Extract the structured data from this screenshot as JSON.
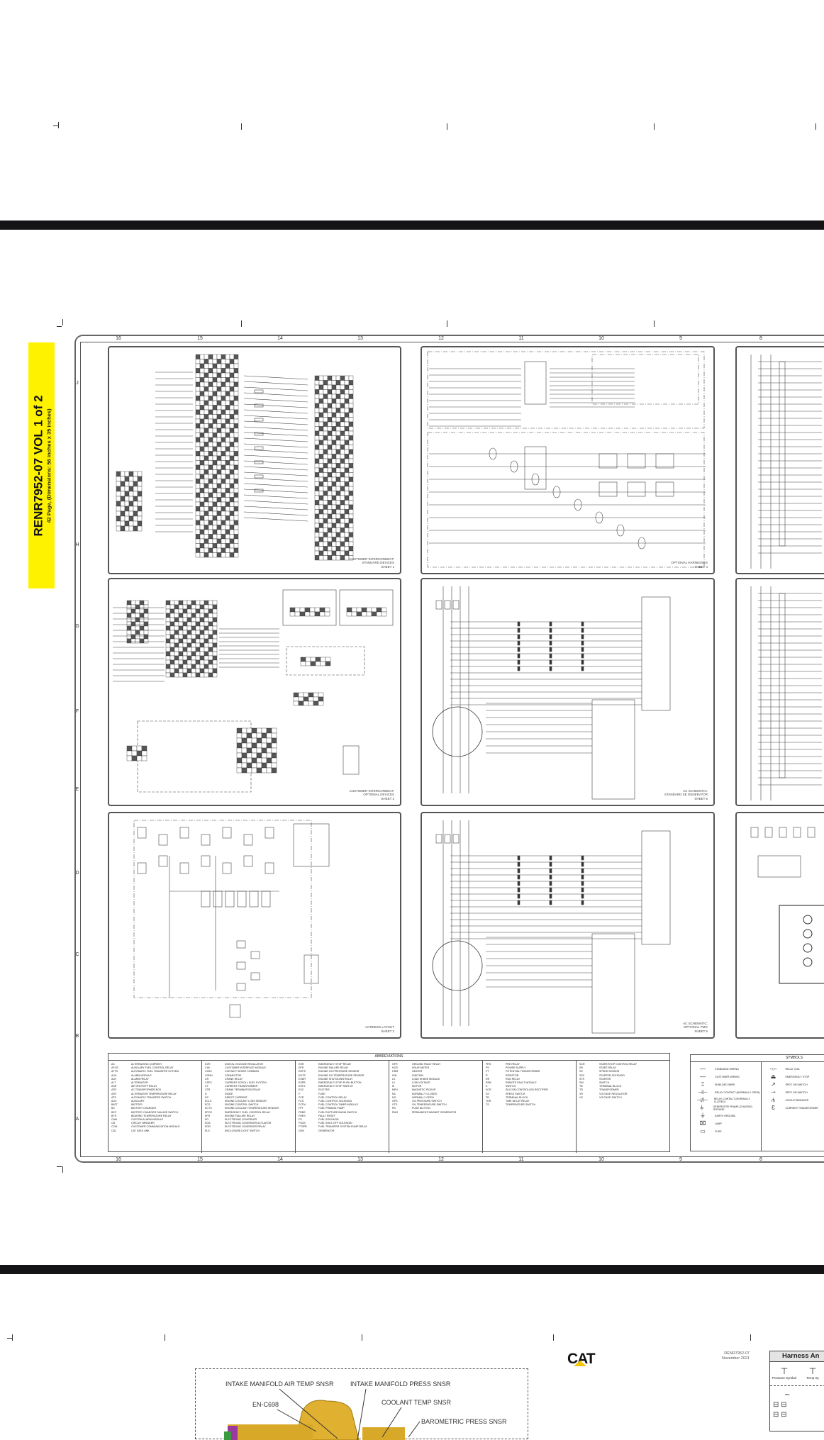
{
  "document": {
    "title": "RENR7952-07 VOL 1 of 2",
    "subtitle": "42 Page, (Dimensions: 56 inches x 35 inches)"
  },
  "sheet": {
    "column_numbers": [
      "16",
      "15",
      "14",
      "13",
      "12",
      "11",
      "10",
      "9",
      "8"
    ],
    "row_letters": [
      "J",
      "H",
      "G",
      "F",
      "E",
      "D",
      "C",
      "B",
      "A"
    ],
    "panels": [
      {
        "title": "CUSTOMER INTERCONNECT:\nSTANDARD DEVICES\nSHEET 1",
        "kind": "connector"
      },
      {
        "title": "OPTIONAL HARNESSES\nSHEET 4",
        "kind": "harness"
      },
      {
        "title": "",
        "kind": "partial"
      },
      {
        "title": "CUSTOMER INTERCONNECT:\nOPTIONAL DEVICES\nSHEET 2",
        "kind": "connector2"
      },
      {
        "title": "AC SCHEMATIC:\nSTANDARD SE GENERATOR\nSHEET 5",
        "kind": "ac"
      },
      {
        "title": "",
        "kind": "partial"
      },
      {
        "title": "HARNESS LAYOUT\nSHEET 3",
        "kind": "layout"
      },
      {
        "title": "AC SCHEMATIC:\nOPTIONAL PMG\nSHEET 6",
        "kind": "ac"
      },
      {
        "title": "",
        "kind": "partial2"
      }
    ],
    "abbreviations_title": "ABBREVIATIONS",
    "abbreviations": [
      [
        [
          "AC",
          "ALTERNATING CURRENT"
        ],
        [
          "AFCR",
          "AUXILIARY FUEL CONTROL RELAY"
        ],
        [
          "AFTS",
          "AUTOMATIC FUEL TRANSFER SYSTEM"
        ],
        [
          "ALM",
          "ALARM MODULE"
        ],
        [
          "ALR",
          "ALARM RELAY"
        ],
        [
          "ALT",
          "ALTERNATOR"
        ],
        [
          "ASR",
          "AIR SHUTOFF RELAY"
        ],
        [
          "ATR",
          "AC TRANSFORMER BOX"
        ],
        [
          "ATR",
          "ALTERNATOR TEMPERATURE RELAY"
        ],
        [
          "ATS",
          "AUTOMATIC TRANSFER SWITCH"
        ],
        [
          "AUX",
          "AUXILIARY"
        ],
        [
          "BATT",
          "BATTERY"
        ],
        [
          "BC",
          "BATTERY CHARGER"
        ],
        [
          "BCF",
          "BATTERY CHARGER FAILURE SWITCH"
        ],
        [
          "BTR",
          "BEARING TEMPERATURE RELAY"
        ],
        [
          "CAM",
          "CUSTOM ALARM MODULE"
        ],
        [
          "CB",
          "CIRCUIT BREAKER"
        ],
        [
          "CCM",
          "CUSTOMER COMMUNICATION MODULE"
        ],
        [
          "CDL",
          "CAT DATA LINK"
        ]
      ],
      [
        [
          "DVR",
          "DIGITAL VOLTAGE REGULATOR"
        ],
        [
          "CIM",
          "CUSTOMER INTERFACE MODULE"
        ],
        [
          "CSSC",
          "CONTACT SENSE COMMON"
        ],
        [
          "CONN",
          "CONNECTOR"
        ],
        [
          "CR",
          "CRANK RELAY"
        ],
        [
          "CSFS",
          "CURRENT SCROLL FUEL SYSTEM"
        ],
        [
          "CT",
          "CURRENT TRANSFORMER"
        ],
        [
          "CTR",
          "CRANK TERMINATION RELAY"
        ],
        [
          "D",
          "DIODE"
        ],
        [
          "DC",
          "DIRECT CURRENT"
        ],
        [
          "ECLS",
          "ENGINE COOLANT LOSS SENSOR"
        ],
        [
          "ECS",
          "ENGINE CONTROL SWITCH"
        ],
        [
          "ECTS",
          "ENGINE COOLANT TEMPERATURE SENSOR"
        ],
        [
          "EFCR",
          "EMERGENCY FUEL CONTROL RELAY"
        ],
        [
          "EFR",
          "ENGINE FAILURE RELAY"
        ],
        [
          "EG",
          "ELECTRONIC GOVERNOR"
        ],
        [
          "EGA",
          "ELECTRONIC GOVERNOR ACTUATOR"
        ],
        [
          "EGR",
          "ELECTRONIC GOVERNOR RELAY"
        ],
        [
          "ELS",
          "ENCLOSURE LIGHT SWITCH"
        ]
      ],
      [
        [
          "ESR",
          "EMERGENCY STOP RELAY"
        ],
        [
          "EFR",
          "ENGINE FAILURE RELAY"
        ],
        [
          "EOPS",
          "ENGINE OIL PRESSURE SENSOR"
        ],
        [
          "EOTS",
          "ENGINE OIL TEMPERATURE SENSOR"
        ],
        [
          "ESDR",
          "ENGINE SHUTDOWN RELAY"
        ],
        [
          "ESPB",
          "EMERGENCY STOP PUSH BUTTON"
        ],
        [
          "ESTS",
          "EMERGENCY STOP SWITCH"
        ],
        [
          "EXC",
          "EXCITER"
        ],
        [
          "F",
          "FUSE"
        ],
        [
          "FCR",
          "FUEL CONTROL RELAY"
        ],
        [
          "FCS",
          "FUEL CONTROL SOLENOID"
        ],
        [
          "FCTM",
          "FUEL CONTROL TIMER MODULE"
        ],
        [
          "FPT",
          "FUEL PRIMING PUMP"
        ],
        [
          "FRBS",
          "FUEL RUPTURE BASIN SWITCH"
        ],
        [
          "FRES",
          "FAULT RESET"
        ],
        [
          "FS",
          "FUEL SOLENOID"
        ],
        [
          "FSOS",
          "FUEL SHUT-OFF SOLENOID"
        ],
        [
          "FTSPR",
          "FUEL TRANSFER SYSTEM PUMP RELAY"
        ],
        [
          "GEN",
          "GENERATOR"
        ]
      ],
      [
        [
          "GFR",
          "GROUND FAULT RELAY"
        ],
        [
          "HCR",
          "HOUR METER"
        ],
        [
          "HRM",
          "HEATER"
        ],
        [
          "IGN",
          "IGNITION"
        ],
        [
          "LS",
          "LOAD SHARE MODULE"
        ],
        [
          "LV",
          "LOW VOLTAGE"
        ],
        [
          "M",
          "MOTOR"
        ],
        [
          "MPU",
          "MAGNETIC PICKUP"
        ],
        [
          "NC",
          "NORMALLY CLOSED"
        ],
        [
          "NO",
          "NORMALLY OPEN"
        ],
        [
          "OPS",
          "OIL PRESSURE SWITCH"
        ],
        [
          "OTS",
          "OIL TEMPERATURE SWITCH"
        ],
        [
          "PB",
          "PUSH BUTTON"
        ],
        [
          "PMG",
          "PERMANENT MAGNET GENERATOR"
        ]
      ],
      [
        [
          "PRS",
          "PRE RELAY"
        ],
        [
          "PS",
          "POWER SUPPLY"
        ],
        [
          "PT",
          "POTENTIAL TRANSFORMER"
        ],
        [
          "R",
          "RESISTOR"
        ],
        [
          "RR",
          "RUN RELAY"
        ],
        [
          "RFM",
          "REMOTE FAULT MODULE"
        ],
        [
          "S",
          "SWITCH"
        ],
        [
          "SCR",
          "SILICON CONTROLLED RECTIFIER"
        ],
        [
          "SS",
          "SPEED SWITCH"
        ],
        [
          "TB",
          "TERMINAL BLOCK"
        ],
        [
          "TDR",
          "TIME DELAY RELAY"
        ],
        [
          "TS",
          "TEMPERATURE SWITCH"
        ]
      ],
      [
        [
          "SCR",
          "START/STOP CONTROL RELAY"
        ],
        [
          "SR",
          "START RELAY"
        ],
        [
          "SS",
          "SPEED SENSOR"
        ],
        [
          "SSV",
          "STARTER SOLENOID"
        ],
        [
          "STR",
          "STARTER"
        ],
        [
          "SW",
          "SWITCH"
        ],
        [
          "TB",
          "TERMINAL BLOCK"
        ],
        [
          "TR",
          "TRANSFORMER"
        ],
        [
          "VR",
          "VOLTAGE REGULATOR"
        ],
        [
          "VS",
          "VOLTAGE SWITCH"
        ]
      ]
    ],
    "symbols_title": "SYMBOLS",
    "symbols": [
      [
        {
          "glyph": "—",
          "label": "STANDARD WIRING"
        },
        {
          "glyph": "—",
          "label": "CUSTOMER WIRING"
        },
        {
          "glyph": "⌶",
          "label": "SHIELDED WIRE"
        },
        {
          "glyph": "⊣⊢",
          "label": "RELAY CONTACT (NORMALLY OPEN)"
        },
        {
          "glyph": "⊣/⊢",
          "label": "RELAY CONTACT (NORMALLY CLOSED)"
        },
        {
          "glyph": "⏚",
          "label": "GENERATOR FRAME (CHASSIS) GROUND"
        },
        {
          "glyph": "⏚",
          "label": "EARTH GROUND"
        },
        {
          "glyph": "⌧",
          "label": "LAMP"
        },
        {
          "glyph": "▭",
          "label": "FUSE"
        }
      ],
      [
        {
          "glyph": "-○-",
          "label": "RELAY COIL"
        },
        {
          "glyph": "⏏",
          "label": "EMERGENCY STOP"
        },
        {
          "glyph": "↗",
          "label": "SPDT ON SWITCH"
        },
        {
          "glyph": "⇀",
          "label": "SPDT ON SWITCH"
        },
        {
          "glyph": "⫛",
          "label": "CIRCUIT BREAKER"
        },
        {
          "glyph": "Ɛ",
          "label": "CURRENT TRANSFORMER"
        }
      ]
    ]
  },
  "next_page": {
    "brand": "CAT",
    "doc_number": "RENR7952-07",
    "date": "November 2021",
    "harness_title": "Harness An",
    "harness_symbols": [
      "Pressure Symbol",
      "Temp Sy"
    ],
    "engine_labels": [
      "INTAKE MANIFOLD AIR TEMP SNSR",
      "INTAKE MANIFOLD PRESS SNSR",
      "EN-C698",
      "COOLANT TEMP SNSR",
      "BAROMETRIC PRESS SNSR"
    ]
  }
}
